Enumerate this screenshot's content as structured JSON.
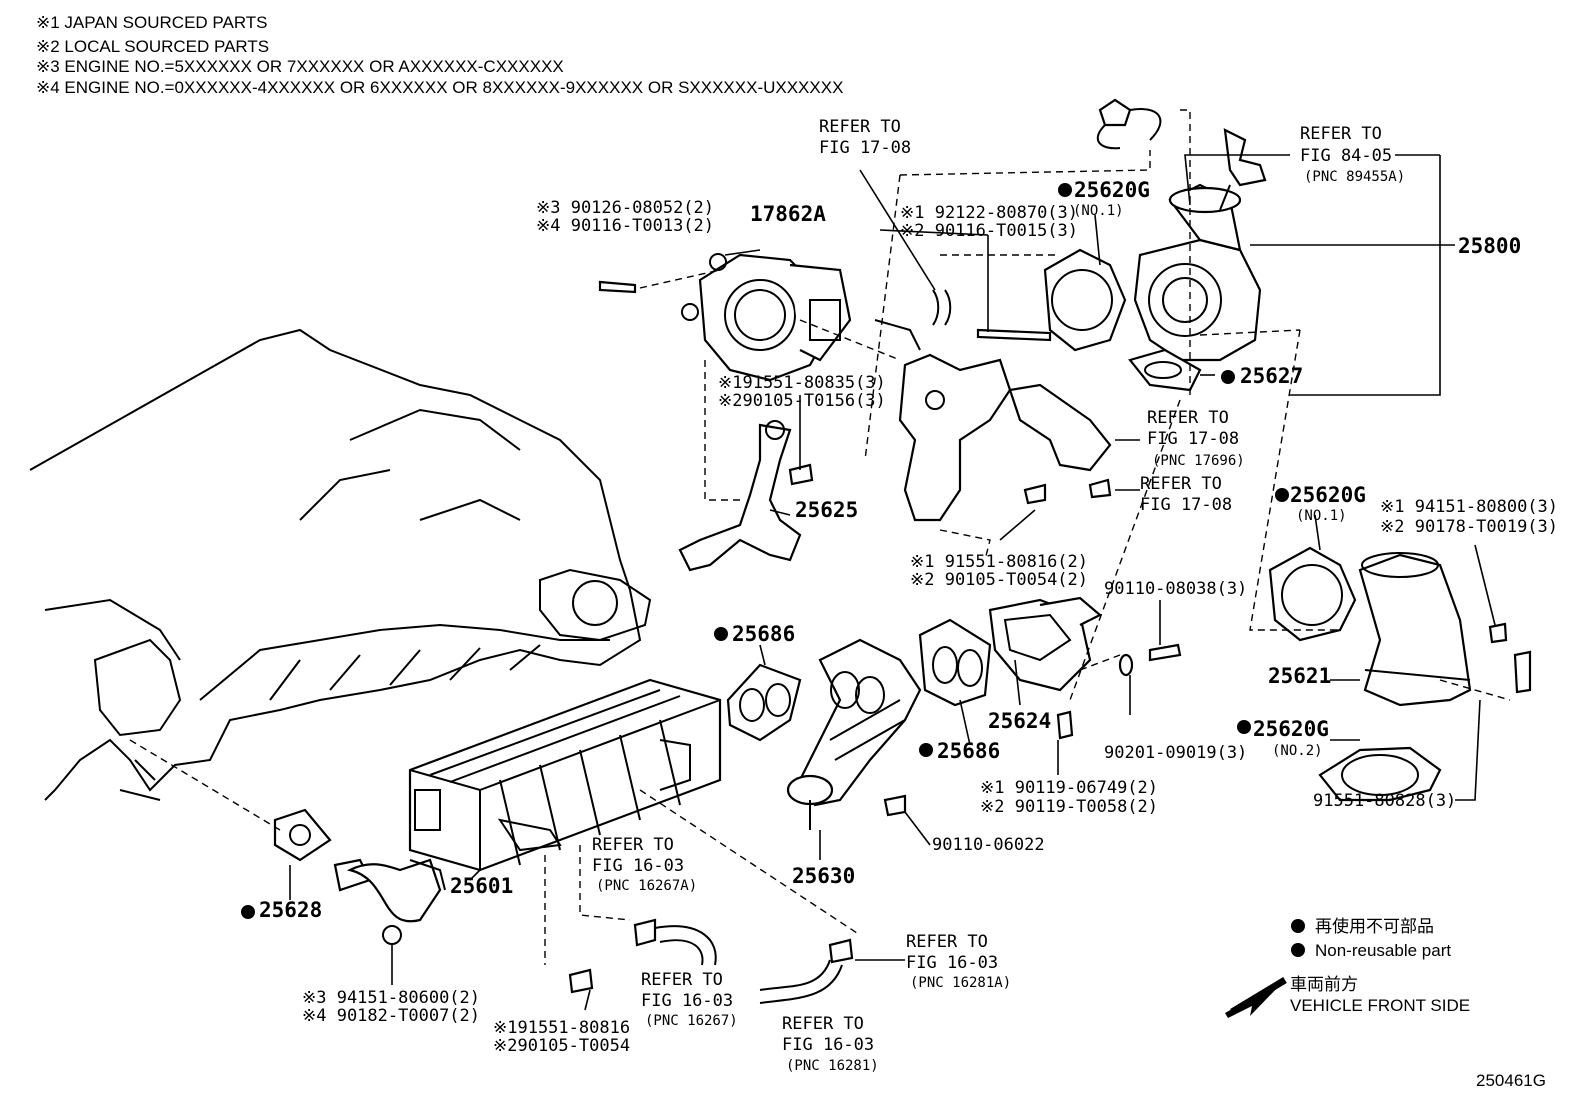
{
  "notes": [
    "※1 JAPAN SOURCED PARTS",
    "※2 LOCAL SOURCED PARTS",
    "※3 ENGINE NO.=5XXXXXX OR 7XXXXXX OR AXXXXXX-CXXXXXX",
    "※4 ENGINE NO.=0XXXXXX-4XXXXXX OR 6XXXXXX OR 8XXXXXX-9XXXXXX OR SXXXXXX-UXXXXXX"
  ],
  "callouts": {
    "refer_1708_top_a": "REFER TO",
    "refer_1708_top_b": "FIG 17-08",
    "refer_8405_a": "REFER TO",
    "refer_8405_b": "FIG 84-05",
    "refer_8405_c": "(PNC 89455A)",
    "refer_1708_mid_a": "REFER TO",
    "refer_1708_mid_b": "FIG 17-08",
    "refer_1708_mid_c": "(PNC 17696)",
    "refer_1708_low_a": "REFER TO",
    "refer_1708_low_b": "FIG 17-08",
    "refer_1603a_a": "REFER TO",
    "refer_1603a_b": "FIG 16-03",
    "refer_1603a_c": "(PNC 16267A)",
    "refer_1603b_a": "REFER TO",
    "refer_1603b_b": "FIG 16-03",
    "refer_1603b_c": "(PNC 16267)",
    "refer_1603c_a": "REFER TO",
    "refer_1603c_b": "FIG 16-03",
    "refer_1603c_c": "(PNC 16281A)",
    "refer_1603d_a": "REFER TO",
    "refer_1603d_b": "FIG 16-03",
    "refer_1603d_c": "(PNC 16281)"
  },
  "parts": {
    "p17862A": "17862A",
    "bolt_top_1": "※3 90126-08052(2)",
    "bolt_top_2": "※4 90116-T0013(2)",
    "bolt_mid_1": "※1 92122-80870(3)",
    "bolt_mid_2": "※2 90116-T0015(3)",
    "p25620G_a": "25620G",
    "p25620G_a_sub": "(NO.1)",
    "p25800": "25800",
    "p25627": "25627",
    "bolt_25625_1": "※191551-80835(3)",
    "bolt_25625_2": "※290105-T0156(3)",
    "p25625": "25625",
    "bolt_center_1": "※1 91551-80816(2)",
    "bolt_center_2": "※2 90105-T0054(2)",
    "p25620G_b": "25620G",
    "p25620G_b_sub": "(NO.1)",
    "bolt_right_1": "※1 94151-80800(3)",
    "bolt_right_2": "※2 90178-T0019(3)",
    "p90110_08038": "90110-08038(3)",
    "p25686_a": "25686",
    "p25686_b": "25686",
    "p25624": "25624",
    "p90201": "90201-09019(3)",
    "p25621": "25621",
    "p25620G_c": "25620G",
    "p25620G_c_sub": "(NO.2)",
    "p91551_80828": "91551-80828(3)",
    "bolt_low_1": "※1 90119-06749(2)",
    "bolt_low_2": "※2 90119-T0058(2)",
    "p90110_06022": "90110-06022",
    "p25630": "25630",
    "p25601": "25601",
    "p25628": "25628",
    "nut_left_1": "※3 94151-80600(2)",
    "nut_left_2": "※4 90182-T0007(2)",
    "bolt_bottom_1": "※191551-80816",
    "bolt_bottom_2": "※290105-T0054"
  },
  "legend": {
    "jp_nonreusable": "再使用不可部品",
    "en_nonreusable": "Non-reusable part",
    "jp_front": "車両前方",
    "en_front": "VEHICLE FRONT SIDE"
  },
  "figure_id": "250461G"
}
